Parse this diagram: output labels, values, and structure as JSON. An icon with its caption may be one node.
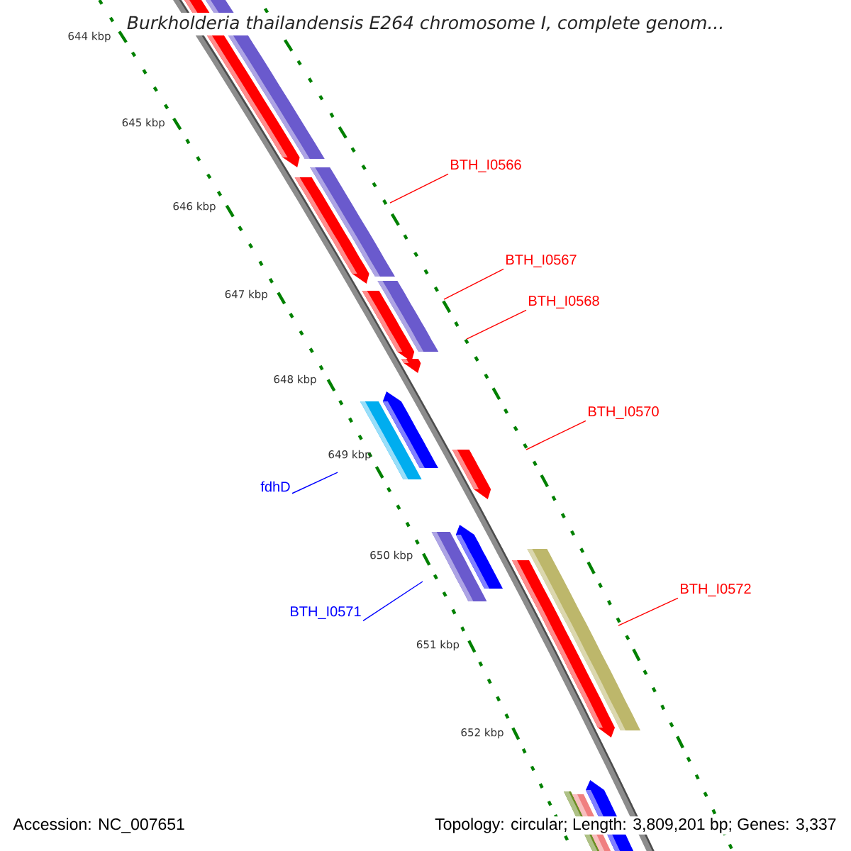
{
  "diagram": {
    "title": "Burkholderia thailandensis E264 chromosome I, complete genom...",
    "nodes": [
      {
        "text": [
          "BTH_I0566"
        ]
      },
      {
        "text": [
          "BTH_I0567"
        ]
      },
      {
        "text": [
          "BTH_I0568"
        ]
      },
      {
        "text": [
          "BTH_I0570"
        ]
      },
      {
        "text": [
          "fdhD"
        ]
      },
      {
        "text": [
          "BTH_I0572"
        ]
      },
      {
        "text": [
          "BTH_I0571"
        ]
      }
    ],
    "edges": [
      {
        "from": 0,
        "to": null,
        "arrow": "none"
      },
      {
        "from": 1,
        "to": null,
        "arrow": "none"
      },
      {
        "from": 2,
        "to": null,
        "arrow": "none"
      },
      {
        "from": 3,
        "to": null,
        "arrow": "none"
      },
      {
        "from": 4,
        "to": null,
        "arrow": "none",
        "color": "#0000ff"
      },
      {
        "from": 5,
        "to": null,
        "arrow": "none"
      },
      {
        "from": 6,
        "to": null,
        "arrow": "none",
        "color": "#0000ff"
      }
    ],
    "labels": [
      "644 kbp",
      "645 kbp",
      "646 kbp",
      "647 kbp",
      "648 kbp",
      "649 kbp",
      "650 kbp",
      "651 kbp",
      "652 kbp",
      "Accession: NC_007651",
      "Topology: circular; Length: 3,809,201 bp; Genes: 3,337"
    ]
  }
}
